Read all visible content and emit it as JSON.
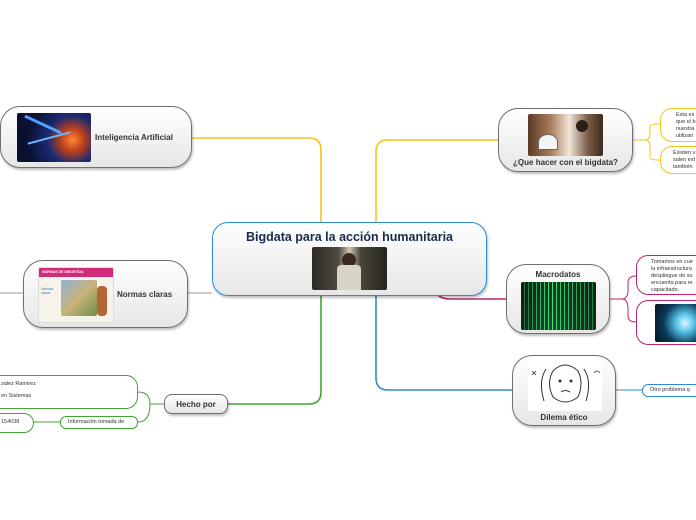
{
  "central": {
    "title": "Bigdata para la acción humanitaria"
  },
  "branches": {
    "ia": {
      "label": "Inteligencia Artificial"
    },
    "normas": {
      "label": "Normas claras",
      "img_title": "NORMAS DE DIEGETIDA",
      "img_caption": "Normas claras"
    },
    "hecho": {
      "label": "Hecho por",
      "author_line1": "zalez Ramirez",
      "author_line2": "en Sistemas",
      "id_fragment": "154038",
      "source": "Información tomada de"
    },
    "que_hacer": {
      "label": "¿Que hacer con el bigdata?",
      "leaf1": [
        "Esta es",
        "que el b",
        "nuestra",
        "utilizari"
      ],
      "leaf2": [
        "Existen v",
        "salen ext",
        "también"
      ]
    },
    "macro": {
      "label": "Macrodatos",
      "leaf1": [
        "Tomamos en cue",
        "la infraestructura",
        "despliegue de su",
        "encuenta para re",
        "capacitado."
      ]
    },
    "dilema": {
      "label": "Dilema ético",
      "leaf": "Otro problema q"
    }
  },
  "colors": {
    "yellow": "#f5c518",
    "green": "#43a535",
    "blue": "#2b8bd6",
    "magenta": "#c0246c",
    "gray": "#9a9a9a",
    "central_border": "#2b8bd6"
  }
}
